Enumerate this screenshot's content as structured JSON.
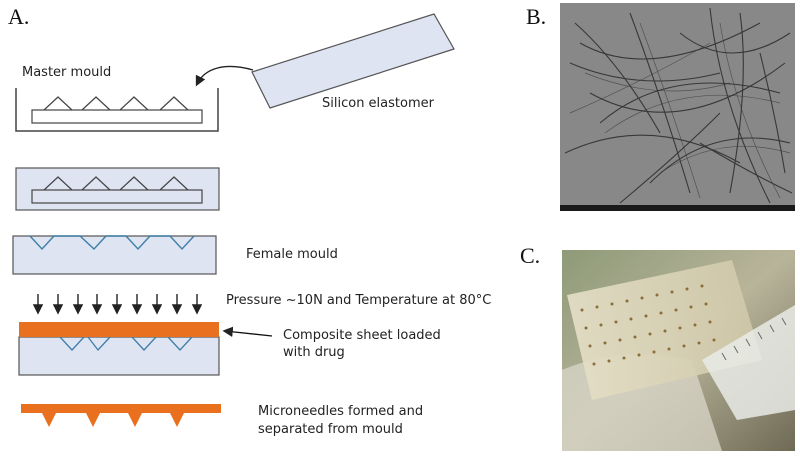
{
  "panels": {
    "a": "A.",
    "b": "B.",
    "c": "C."
  },
  "labels": {
    "master_mould": "Master mould",
    "silicon_elastomer": "Silicon elastomer",
    "female_mould": "Female mould",
    "pressure": "Pressure ~10N and Temperature at 80°C",
    "composite_line1": "Composite sheet loaded",
    "composite_line2": "with drug",
    "microneedles_line1": "Microneedles formed and",
    "microneedles_line2": "separated from mould"
  },
  "colors": {
    "elastomer_fill": "#dfe4f3",
    "outline": "#555555",
    "female_outline": "#3f7fa8",
    "sheet": "#e8701f",
    "tem_bg": "#8a8a8a",
    "fiber": "#2a2a2a",
    "photo_bg": "#7f8c6a"
  }
}
